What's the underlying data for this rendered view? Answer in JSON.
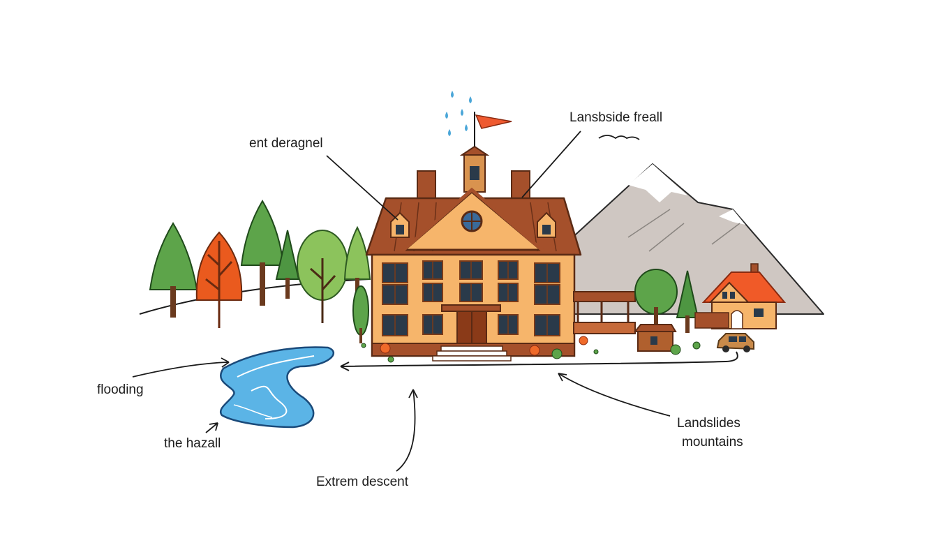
{
  "labels": {
    "top_left": "ent deragnel",
    "top_right": "Lansbside freall",
    "flooding": "flooding",
    "hazall": "the hazall",
    "descent": "Extrem descent",
    "landslides": "Landslides",
    "mountains": "mountains"
  },
  "colors": {
    "building_wall": "#f6b56b",
    "roof": "#a5502b",
    "outline": "#5a2a14",
    "window": "#2a3a4a",
    "tree_green": "#5da44a",
    "tree_orange": "#ea5a1e",
    "light_green": "#8cc35c",
    "mountain": "#cfc7c2",
    "snow": "#ffffff",
    "water": "#5bb4e6",
    "flag": "#ef5a30",
    "rain": "#4aa6d8",
    "cottage_roof": "#f05a28",
    "car": "#c98a4a",
    "line": "#1a1a1a"
  }
}
